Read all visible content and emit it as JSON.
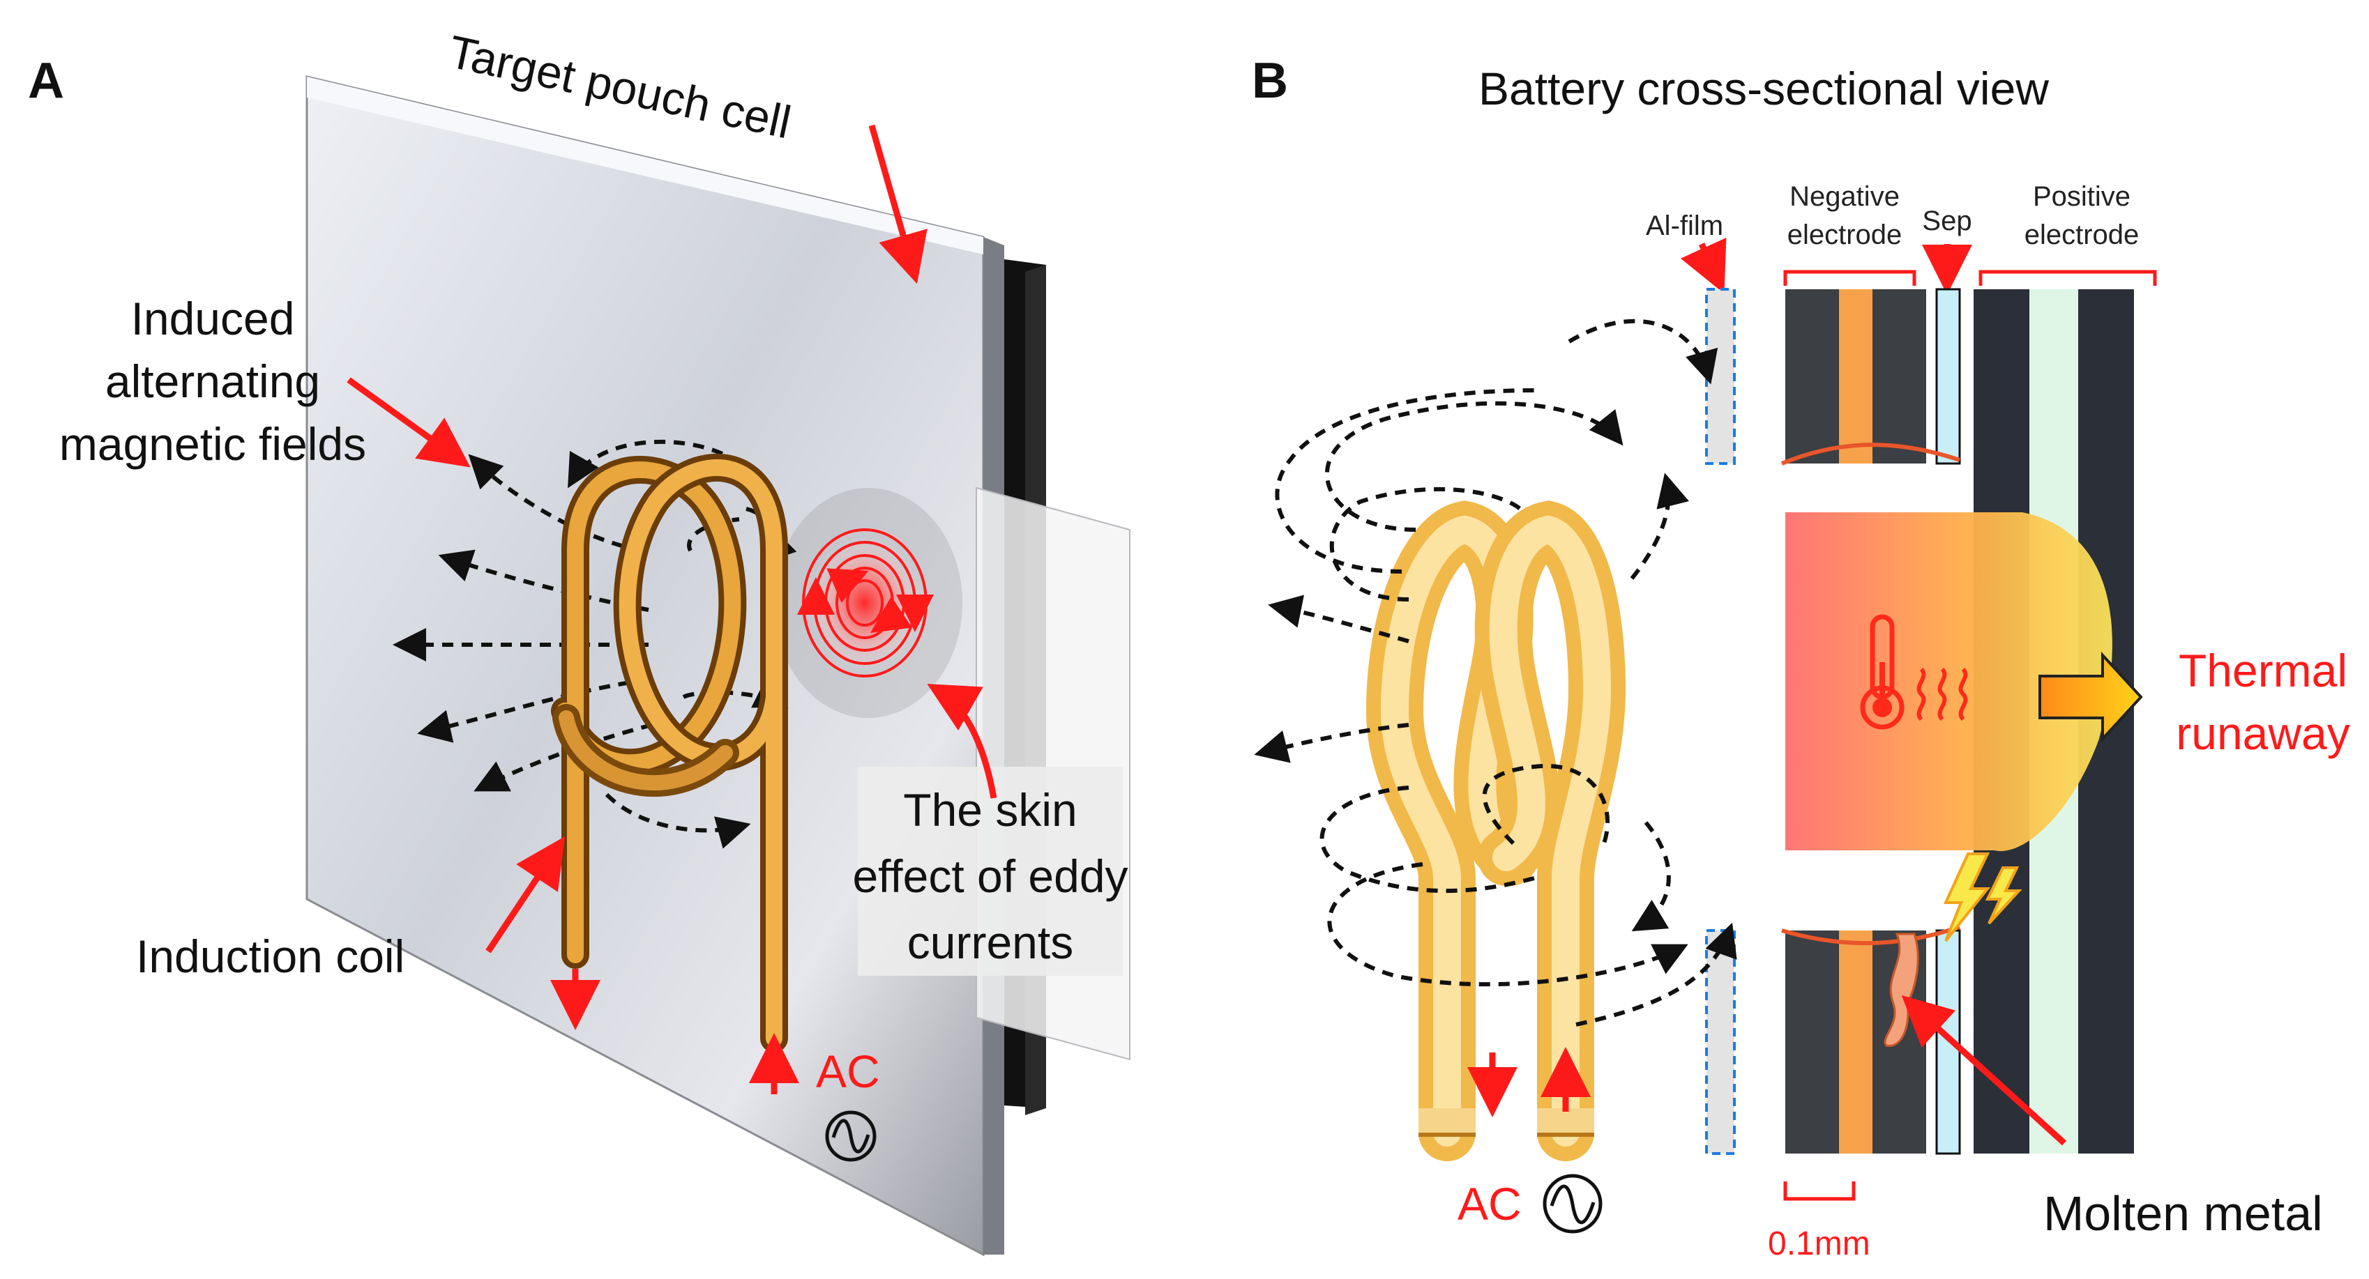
{
  "panel_a": {
    "letter": "A",
    "target_label": "Target pouch cell",
    "field_label": [
      "Induced",
      "alternating",
      "magnetic fields"
    ],
    "coil_label": "Induction coil",
    "skin_label": [
      "The skin",
      "effect of eddy",
      "currents"
    ],
    "ac_label": "AC"
  },
  "panel_b": {
    "letter": "B",
    "title": "Battery cross-sectional view",
    "al_film": "Al-film",
    "negative": [
      "Negative",
      "electrode"
    ],
    "sep": "Sep",
    "positive": [
      "Positive",
      "electrode"
    ],
    "thermal": [
      "Thermal",
      "runaway"
    ],
    "ac_label": "AC",
    "scale": "0.1mm",
    "molten": "Molten metal"
  },
  "colors": {
    "accent_red": "#ff1a1a",
    "copper": "#c9821a",
    "coil_yellow": "#f7cf72",
    "electrode_dark": "#3c3f43",
    "electrode_orange": "#f7a24b",
    "separator": "#c8eef7",
    "positive_mid": "#dff5e6"
  }
}
